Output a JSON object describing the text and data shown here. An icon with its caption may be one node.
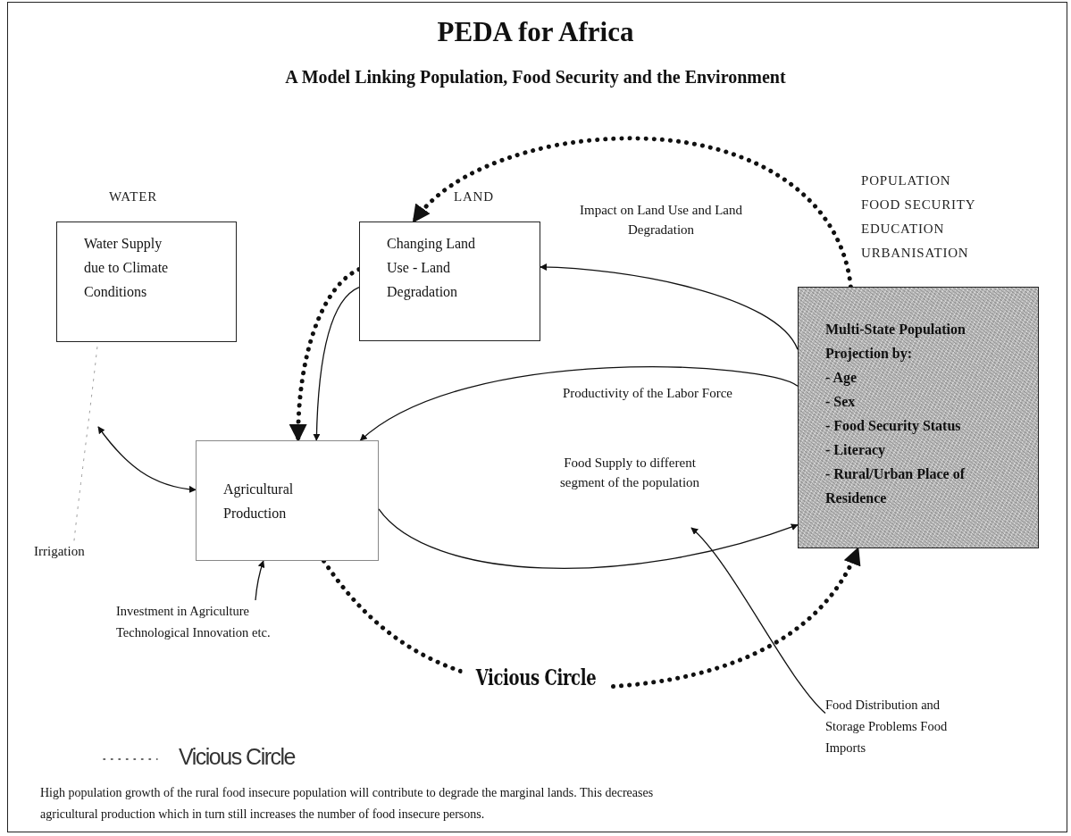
{
  "diagram": {
    "title": "PEDA for Africa",
    "nodes": [
      {
        "text": [
          "WATER",
          "Water Supply due to Climate Conditions"
        ]
      },
      {
        "text": [
          "LAND",
          "Changing Land Use - Land Degradation"
        ]
      },
      {
        "text": [
          "POPULATION",
          "FOOD SECURITY",
          "EDUCATION",
          "URBANISATION",
          "Multi-State Population Projection by:",
          "- Age",
          "- Sex",
          "- Food Security Status",
          "- Literacy",
          "- Rural/Urban Place of Residence"
        ]
      },
      {
        "text": [
          "Agricultural Production"
        ]
      },
      {
        "text": [
          "Irrigation"
        ]
      },
      {
        "text": [
          "Investment in Agriculture Technological Innovation etc."
        ]
      },
      {
        "text": [
          "Food Distribution and Storage Problems Food Imports"
        ]
      }
    ],
    "edges": [
      {
        "from": 2,
        "to": 1,
        "arrow": "to",
        "label": "Impact on Land Use and Land Degradation"
      },
      {
        "from": 2,
        "to": 3,
        "arrow": "to",
        "label": "Productivity of the Labor Force"
      },
      {
        "from": 3,
        "to": 2,
        "arrow": "to",
        "label": "Food Supply to different segment of the population"
      },
      {
        "from": 1,
        "to": 3,
        "arrow": "to"
      },
      {
        "from": 1,
        "to": 3,
        "arrow": "to",
        "style": "dashed"
      },
      {
        "from": 2,
        "to": 1,
        "arrow": "to",
        "style": "dashed"
      },
      {
        "from": 3,
        "to": 2,
        "arrow": "to",
        "style": "dashed",
        "label": "Vicious Circle"
      },
      {
        "from": null,
        "to": 3,
        "arrow": "both"
      },
      {
        "from": 4,
        "to": 0,
        "arrow": "none",
        "style": "dashed",
        "color": "#999999"
      },
      {
        "from": 5,
        "to": 3,
        "arrow": "to"
      },
      {
        "from": 6,
        "to": null,
        "arrow": "to"
      }
    ],
    "labels": [
      "A Model Linking Population, Food Security and the Environment"
    ],
    "legend": [
      {
        "text": "Vicious Circle"
      }
    ],
    "caption": "High population growth of the rural food insecure population will contribute to degrade the marginal lands. This decreases agricultural production which in turn still increases the number of food insecure persons."
  }
}
